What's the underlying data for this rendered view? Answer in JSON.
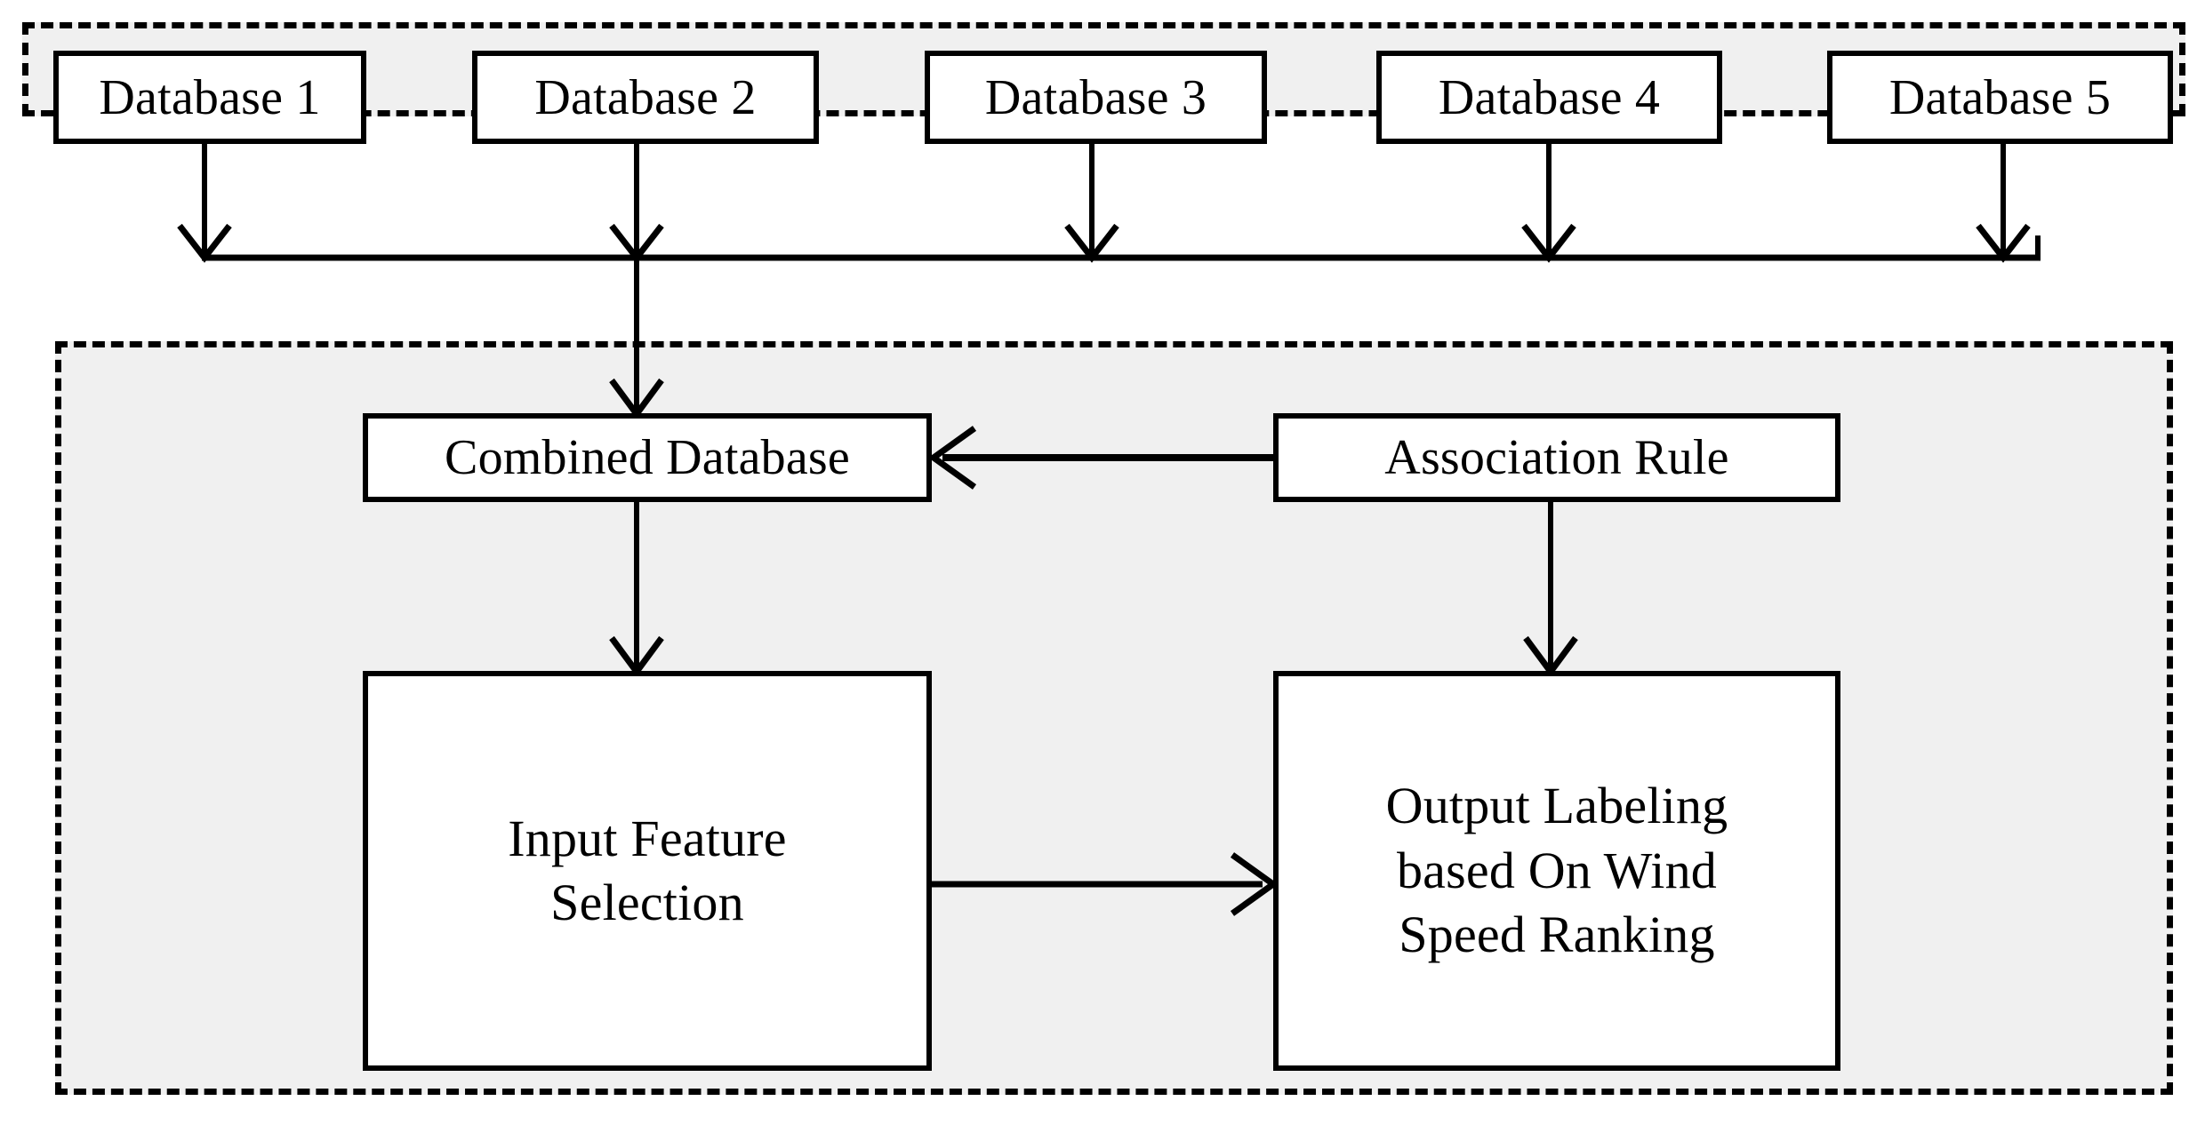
{
  "diagram": {
    "type": "flowchart",
    "background_color": "#ffffff",
    "group_fill_color": "#f0f0f0",
    "stroke_color": "#000000",
    "groups": [
      {
        "id": "sources",
        "name": "data-sources-group",
        "border_style": "dashed"
      },
      {
        "id": "processing",
        "name": "processing-group",
        "border_style": "dashed"
      }
    ],
    "databases": [
      {
        "id": "db-1",
        "label": "Database 1"
      },
      {
        "id": "db-2",
        "label": "Database 2"
      },
      {
        "id": "db-3",
        "label": "Database 3"
      },
      {
        "id": "db-4",
        "label": "Database 4"
      },
      {
        "id": "db-5",
        "label": "Database 5"
      }
    ],
    "nodes": {
      "combined_database": {
        "label": "Combined Database"
      },
      "association_rule": {
        "label": "Association Rule"
      },
      "input_feature_selection": {
        "label": "Input Feature\nSelection"
      },
      "output_labeling": {
        "label": "Output Labeling\nbased On Wind\nSpeed Ranking"
      }
    },
    "edges": [
      {
        "from": "Database 1",
        "to": "bus",
        "direction": "down"
      },
      {
        "from": "Database 2",
        "to": "bus",
        "direction": "down"
      },
      {
        "from": "Database 3",
        "to": "bus",
        "direction": "down"
      },
      {
        "from": "Database 4",
        "to": "bus",
        "direction": "down"
      },
      {
        "from": "Database 5",
        "to": "bus",
        "direction": "down"
      },
      {
        "from": "bus",
        "to": "Combined Database",
        "direction": "down"
      },
      {
        "from": "Association Rule",
        "to": "Combined Database",
        "direction": "left"
      },
      {
        "from": "Combined Database",
        "to": "Input Feature Selection",
        "direction": "down"
      },
      {
        "from": "Association Rule",
        "to": "Output Labeling based On Wind Speed Ranking",
        "direction": "down"
      },
      {
        "from": "Input Feature Selection",
        "to": "Output Labeling based On Wind Speed Ranking",
        "direction": "right"
      }
    ]
  }
}
